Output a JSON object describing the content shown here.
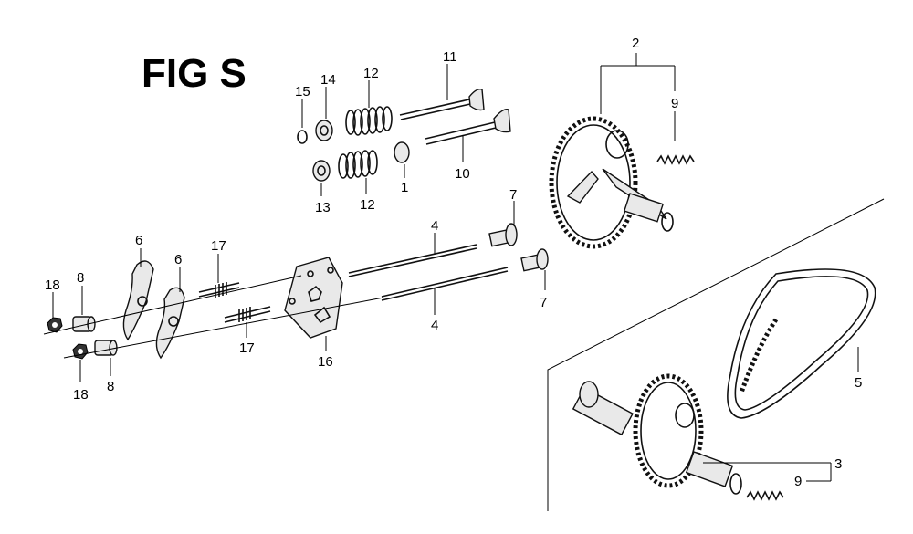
{
  "figure": {
    "title": "FIG S"
  },
  "callouts": {
    "p1": "1",
    "p2": "2",
    "p3": "3",
    "p4a": "4",
    "p4b": "4",
    "p5": "5",
    "p6a": "6",
    "p6b": "6",
    "p7a": "7",
    "p7b": "7",
    "p8a": "8",
    "p8b": "8",
    "p9a": "9",
    "p9b": "9",
    "p10": "10",
    "p11": "11",
    "p12a": "12",
    "p12b": "12",
    "p13": "13",
    "p14": "14",
    "p15": "15",
    "p16": "16",
    "p17a": "17",
    "p17b": "17",
    "p18a": "18",
    "p18b": "18"
  }
}
